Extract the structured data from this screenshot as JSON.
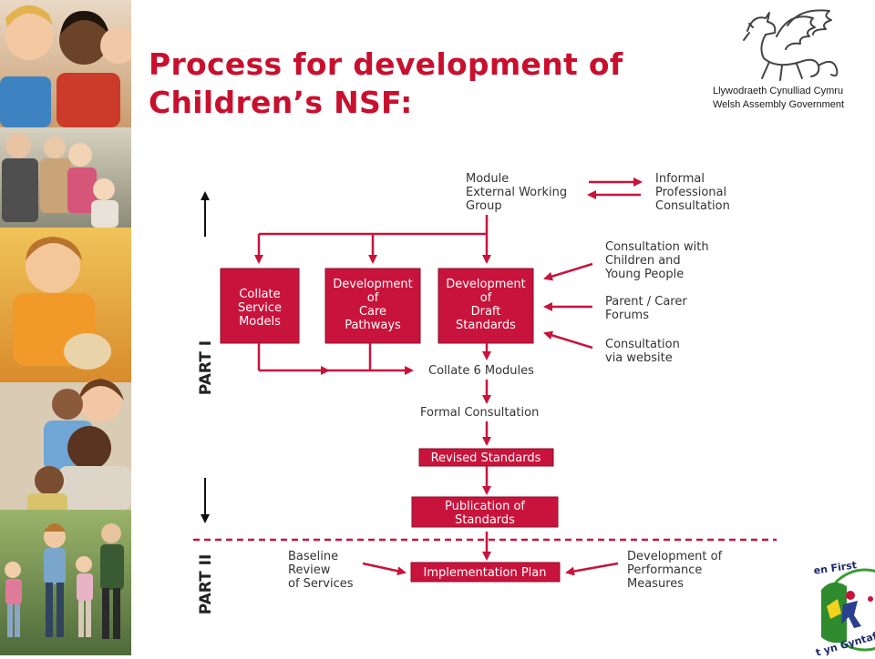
{
  "title": {
    "line1": "Process for development of",
    "line2": "Children’s NSF:"
  },
  "logo": {
    "line1": "Llywodraeth Cynulliad Cymru",
    "line2": "Welsh Assembly Government"
  },
  "diagram": {
    "part_labels": [
      "PART I",
      "PART II"
    ],
    "module_group": [
      "Module",
      "External Working",
      "Group"
    ],
    "informal_consultation": [
      "Informal",
      "Professional",
      "Consultation"
    ],
    "boxes": {
      "collate_service_models": [
        "Collate",
        "Service",
        "Models"
      ],
      "care_pathways": [
        "Development",
        "of",
        "Care",
        "Pathways"
      ],
      "draft_standards": [
        "Development",
        "of",
        "Draft",
        "Standards"
      ],
      "revised_standards": "Revised Standards",
      "publication": [
        "Publication of",
        "Standards"
      ],
      "implementation_plan": "Implementation Plan"
    },
    "inputs": {
      "children_consultation": [
        "Consultation with",
        "Children and",
        "Young People"
      ],
      "parent_forums": [
        "Parent / Carer",
        "Forums"
      ],
      "website_consultation": [
        "Consultation",
        "via website"
      ]
    },
    "steps": {
      "collate_modules": "Collate 6 Modules",
      "formal_consultation": "Formal Consultation"
    },
    "part2_inputs": {
      "baseline_review": [
        "Baseline",
        "Review",
        "of Services"
      ],
      "performance_measures": [
        "Development of",
        "Performance",
        "Measures"
      ]
    }
  },
  "badge": {
    "top_text": "en First",
    "bottom_text": "t yn Gyntaf"
  },
  "colors": {
    "accent": "#c8102e",
    "box_fill": "#c8143c",
    "text": "#333333"
  }
}
